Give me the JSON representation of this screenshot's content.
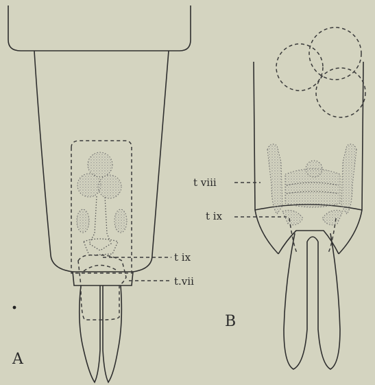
{
  "panels": {
    "a": {
      "letter": "A",
      "labels": {
        "t_ix": "t ix",
        "t_vii": "t.vii"
      }
    },
    "b": {
      "letter": "B",
      "labels": {
        "t_viii": "t viii",
        "t_ix": "t ix"
      }
    }
  }
}
